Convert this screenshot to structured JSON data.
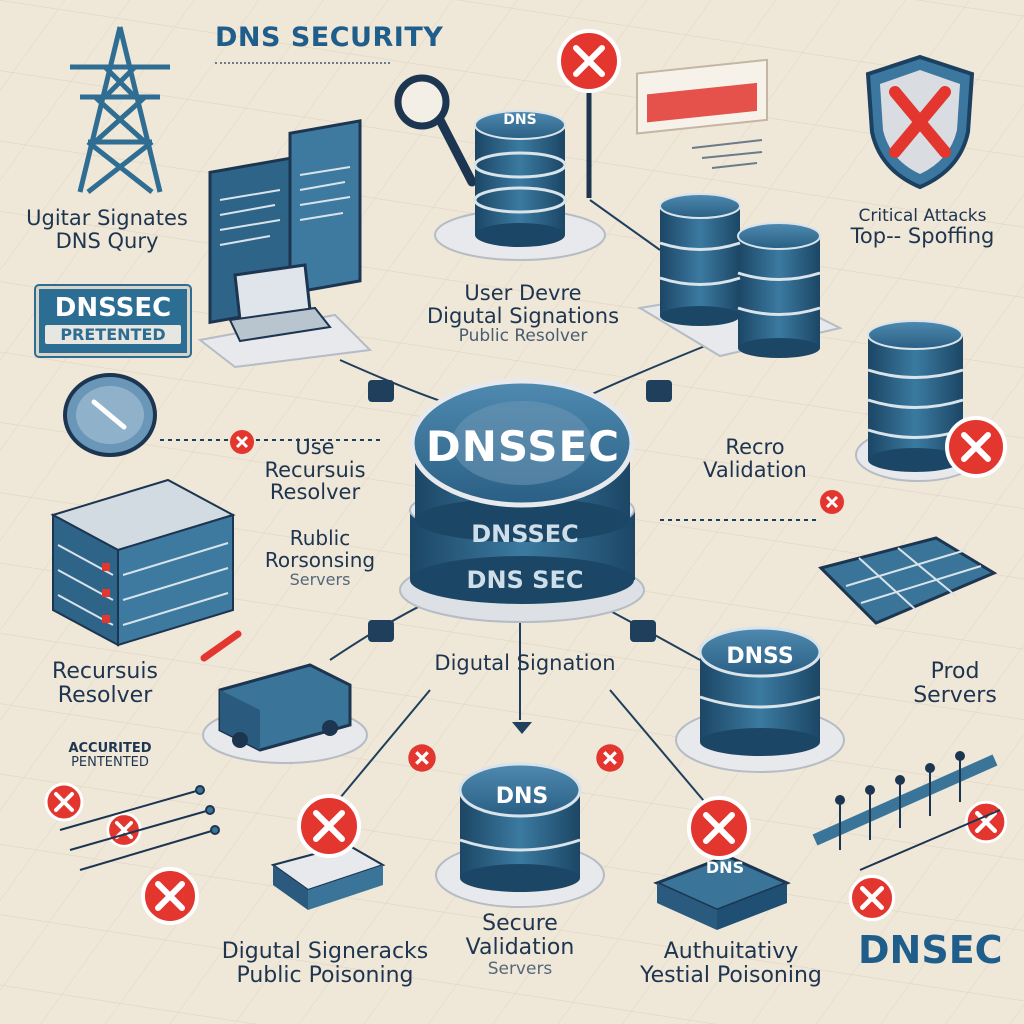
{
  "title": "DNS SECURITY",
  "badge": {
    "line1": "DNSSEC",
    "line2": "PRETENTED"
  },
  "hub_label": "DNSSEC",
  "hub_band_1": "DNSSEC",
  "hub_band_2": "DNS SEC",
  "drum_top_label": "DNS",
  "drum_bottom_label": "DNS",
  "drum_right_label": "DNSS",
  "tile_right_label": "DNS",
  "corner_label": "DNSEC",
  "labels": {
    "top_left": [
      "Ugitar Signates",
      "DNS Qury"
    ],
    "top_center": [
      "User Devre",
      "Digutal Signations",
      "Public Resolver"
    ],
    "top_right": [
      "Critical Attacks",
      "Top-- Spoffing"
    ],
    "mid_left": [
      "Use",
      "Recursuis",
      "Resolver"
    ],
    "mid_left_2": [
      "Rublic",
      "Rorsonsing",
      "Servers"
    ],
    "mid_right": [
      "Recro",
      "Validation"
    ],
    "left_lower": [
      "Recursuis",
      "Resolver"
    ],
    "center_lower": [
      "Digutal Signation"
    ],
    "right_lower": [
      "Prod",
      "Servers"
    ],
    "bottom_left_small": [
      "ACCURITED",
      "PENTENTED"
    ],
    "bottom_1": [
      "Digutal Signeracks",
      "Public Poisoning"
    ],
    "bottom_2": [
      "Secure",
      "Validation",
      "Servers"
    ],
    "bottom_3": [
      "Authuitativy",
      "Yestial Poisoning"
    ]
  },
  "colors": {
    "background": "#efe7d8",
    "navy": "#1f4f72",
    "steel": "#3a7599",
    "alert_red": "#e2362f",
    "platform": "#e7e9ec"
  },
  "icons": [
    "transmission-tower-icon",
    "magnifier-icon",
    "shield-x-icon",
    "no-entry-icon",
    "laptop-icon",
    "server-rack-icon",
    "truck-icon",
    "arrow-connector-icon"
  ]
}
